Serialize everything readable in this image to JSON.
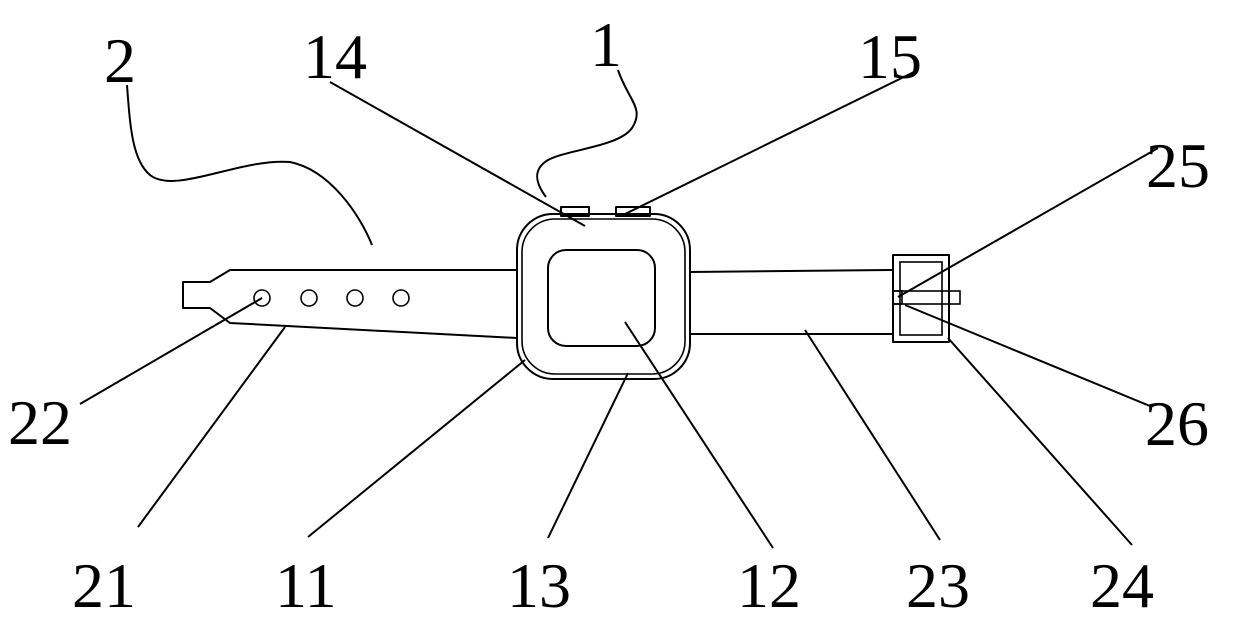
{
  "labels": {
    "l1": "1",
    "l2": "2",
    "l11": "11",
    "l12": "12",
    "l13": "13",
    "l14": "14",
    "l15": "15",
    "l21": "21",
    "l22": "22",
    "l23": "23",
    "l24": "24",
    "l25": "25",
    "l26": "26"
  }
}
